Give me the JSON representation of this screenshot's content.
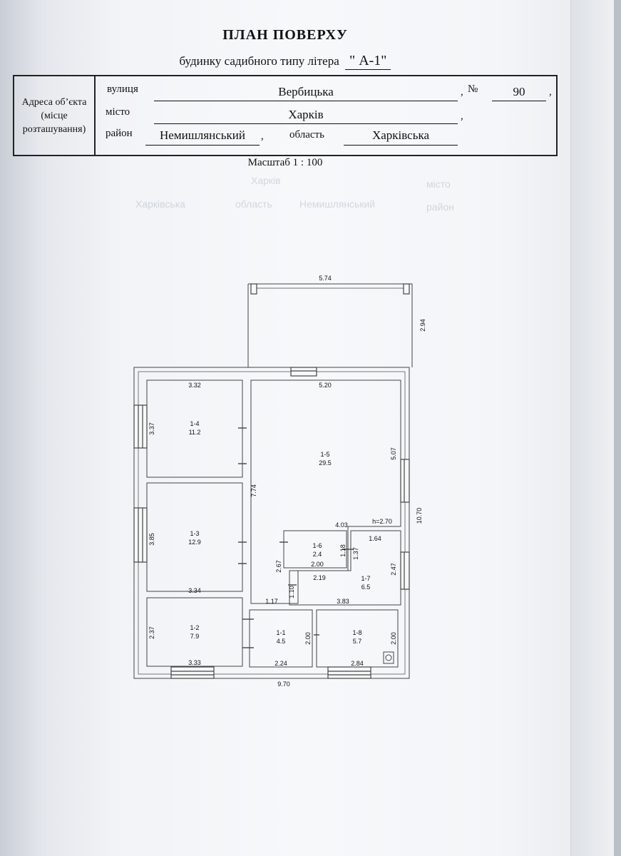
{
  "header": {
    "title": "ПЛАН ПОВЕРХУ",
    "subtitle": "будинку садибного типу літера",
    "litera": "\" А-1\""
  },
  "address": {
    "label": "Адреса об’єкта (місце розташування)",
    "street_label": "вулиця",
    "street": "Вербицька",
    "number_label": "№",
    "number": "90",
    "city_label": "місто",
    "city": "Харків",
    "district_label": "район",
    "district": "Немишлянський",
    "region_label": "область",
    "region": "Харківська"
  },
  "scale": "Масштаб 1 : 100",
  "plan": {
    "overall": {
      "width": "9.70",
      "height": "10.70",
      "ceiling": "h=2.70"
    },
    "veranda": {
      "width": "5.74",
      "depth": "2.94"
    },
    "rooms": [
      {
        "id": "1-1",
        "area": "4.5"
      },
      {
        "id": "1-2",
        "area": "7.9"
      },
      {
        "id": "1-3",
        "area": "12.9"
      },
      {
        "id": "1-4",
        "area": "11.2"
      },
      {
        "id": "1-5",
        "area": "29.5"
      },
      {
        "id": "1-6",
        "area": "2.4"
      },
      {
        "id": "1-7",
        "area": "6.5"
      },
      {
        "id": "1-8",
        "area": "5.7"
      }
    ],
    "dims": {
      "r4_w": "3.32",
      "r4_h": "3.37",
      "r3_h": "3.85",
      "r3_w": "3.34",
      "r2_h": "2.37",
      "r2_w": "3.33",
      "r5_w": "5.20",
      "r5_h": "5.07",
      "r5_left": "7.74",
      "r6_top": "4.03",
      "r6_w": "2.00",
      "r6_h": "1.18",
      "r6_side": "2.67",
      "r7_top": "1.64",
      "r7_h1": "1.37",
      "r7_w": "2.19",
      "r7_h2": "2.47",
      "r7_bot": "3.83",
      "hall_a": "1.17",
      "hall_b": "1.10",
      "r1_h": "2.00",
      "r1_w": "2.24",
      "r8_h": "2.00",
      "r8_w": "2.84"
    }
  },
  "ghost_text": [
    "Харків",
    "Немишлянський",
    "область",
    "Харківська",
    "місто",
    "район"
  ]
}
